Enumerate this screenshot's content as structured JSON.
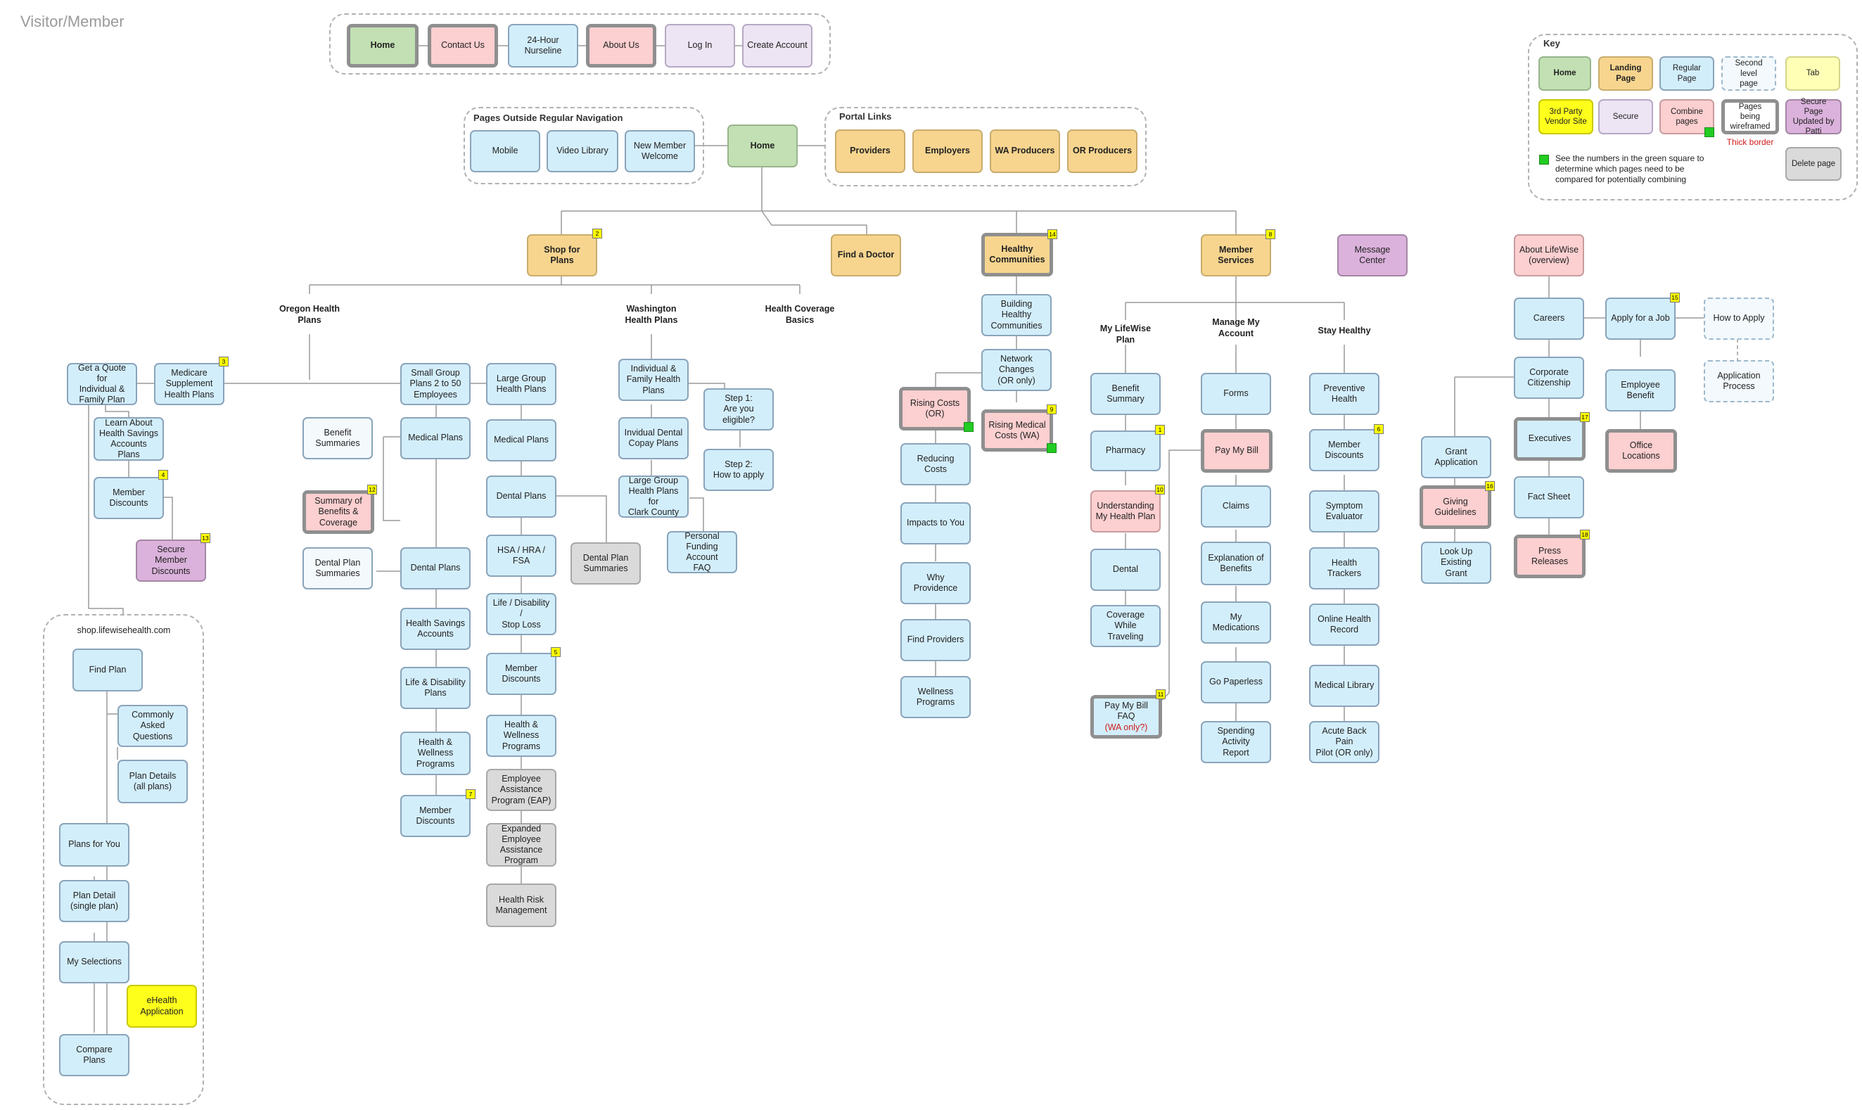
{
  "title": "Visitor/Member",
  "topnav": {
    "home": "Home",
    "contact": "Contact Us",
    "nurseline": "24-Hour\nNurseline",
    "about": "About Us",
    "login": "Log In",
    "create": "Create Account"
  },
  "outside_nav": {
    "label": "Pages Outside Regular Navigation",
    "mobile": "Mobile",
    "video": "Video Library",
    "welcome": "New Member\nWelcome"
  },
  "center_home": "Home",
  "portal": {
    "label": "Portal Links",
    "providers": "Providers",
    "employers": "Employers",
    "wa": "WA Producers",
    "or": "OR Producers"
  },
  "key": {
    "title": "Key",
    "home": "Home",
    "landing": "Landing\nPage",
    "regular": "Regular\nPage",
    "second": "Second level\npage",
    "tab": "Tab",
    "third": "3rd Party\nVendor Site",
    "secure": "Secure",
    "combine": "Combine\npages",
    "wire": "Pages being\nwireframed",
    "updated": "Secure Page\nUpdated by\nPatti",
    "thick_label": "Thick border",
    "note": "See the numbers in the green square to\ndetermine which pages need to be\ncompared for potentially combining",
    "delete": "Delete page"
  },
  "shop": {
    "title": "Shop for Plans",
    "oregon": "Oregon Health\nPlans",
    "washington": "Washington\nHealth Plans",
    "basics": "Health Coverage\nBasics",
    "quote": "Get a Quote for\nIndividual &\nFamily Plan",
    "medicare": "Medicare\nSupplement\nHealth Plans",
    "hsa_learn": "Learn About\nHealth Savings\nAccounts Plans",
    "member_disc": "Member\nDiscounts",
    "secure_disc": "Secure\nMember\nDiscounts",
    "small_group": "Small Group\nPlans 2 to 50\nEmployees",
    "benefit_summ": "Benefit\nSummaries",
    "medical_plans": "Medical Plans",
    "sbc": "Summary of\nBenefits &\nCoverage",
    "dental_summ": "Dental Plan\nSummaries",
    "dental_plans": "Dental Plans",
    "hsa": "Health Savings\nAccounts",
    "life": "Life & Disability\nPlans",
    "wellness": "Health &\nWellness\nPrograms",
    "sg_disc": "Member\nDiscounts",
    "large_group": "Large Group\nHealth Plans",
    "lg_medical": "Medical Plans",
    "lg_dental": "Dental Plans",
    "lg_dental_summ": "Dental Plan\nSummaries",
    "lg_hsa": "HSA / HRA / FSA",
    "lg_life": "Life / Disability /\nStop Loss",
    "lg_disc": "Member\nDiscounts",
    "lg_wellness": "Health &\nWellness\nPrograms",
    "eap": "Employee\nAssistance\nProgram (EAP)",
    "expanded_eap": "Expanded\nEmployee\nAssistance\nProgram",
    "risk": "Health Risk\nManagement",
    "wa_ind": "Individual &\nFamily Health\nPlans",
    "wa_dental": "Invidual Dental\nCopay Plans",
    "wa_large": "Large Group\nHealth Plans for\nClark County",
    "step1": "Step 1:\nAre you eligible?",
    "step2": "Step 2:\nHow to apply",
    "funding": "Personal\nFunding Account\nFAQ"
  },
  "shop_site": {
    "label": "shop.lifewisehealth.com",
    "find_plan": "Find Plan",
    "faq": "Commonly Asked\nQuestions",
    "plan_details": "Plan Details\n(all plans)",
    "plans_for_you": "Plans for You",
    "plan_detail": "Plan Detail\n(single plan)",
    "my_selections": "My Selections",
    "ehealth": "eHealth\nApplication",
    "compare": "Compare Plans"
  },
  "doctor": "Find a Doctor",
  "communities": {
    "title": "Healthy\nCommunities",
    "building": "Building Healthy\nCommunities",
    "network": "Network\nChanges\n(OR only)",
    "rising_or": "Rising Costs\n(OR)",
    "rising_wa": "Rising Medical\nCosts (WA)",
    "reducing": "Reducing Costs",
    "impacts": "Impacts to You",
    "why": "Why Providence",
    "find_prov": "Find Providers",
    "wellness": "Wellness\nPrograms"
  },
  "member_services": {
    "title": "Member\nServices",
    "plan_head": "My LifeWise\nPlan",
    "account_head": "Manage My\nAccount",
    "healthy_head": "Stay Healthy",
    "benefit_summary": "Benefit Summary",
    "pharmacy": "Pharmacy",
    "understanding": "Understanding\nMy Health Plan",
    "dental": "Dental",
    "coverage": "Coverage While\nTraveling",
    "paybill_faq": "Pay My Bill FAQ",
    "paybill_faq_note": "(WA only?)",
    "forms": "Forms",
    "paybill": "Pay My Bill",
    "claims": "Claims",
    "eob": "Explanation of\nBenefits",
    "medications": "My Medications",
    "paperless": "Go Paperless",
    "spending": "Spending Activity\nReport",
    "preventive": "Preventive Health",
    "disc": "Member\nDiscounts",
    "symptom": "Symptom\nEvaluator",
    "trackers": "Health Trackers",
    "record": "Online Health\nRecord",
    "library": "Medical Library",
    "back_pain": "Acute Back Pain\nPilot (OR only)"
  },
  "message_center": "Message Center",
  "about": {
    "overview": "About LifeWise\n(overview)",
    "careers": "Careers",
    "apply": "Apply for a Job",
    "how_apply": "How to Apply",
    "app_process": "Application\nProcess",
    "citizenship": "Corporate\nCitizenship",
    "emp_benefit": "Employee Benefit",
    "executives": "Executives",
    "offices": "Office Locations",
    "grant": "Grant Application",
    "giving": "Giving\nGuidelines",
    "factsheet": "Fact Sheet",
    "lookup": "Look Up Existing\nGrant",
    "press": "Press Releases"
  },
  "badges": {
    "shop": "2",
    "medicare": "3",
    "member_disc": "4",
    "lg_disc": "5",
    "stay_disc": "6",
    "sg_disc": "7",
    "member_services": "8",
    "rising_wa": "9",
    "understanding": "10",
    "paybill_faq": "11",
    "sbc": "12",
    "secure_disc": "13",
    "communities": "14",
    "apply": "15",
    "giving": "16",
    "executives": "17",
    "press": "18",
    "pharmacy": "1"
  },
  "colors": {
    "home": "#c2e0b3",
    "landing": "#f7d58f",
    "regular": "#d3eefb",
    "combine": "#fccfd0",
    "secure": "#ede4f4",
    "updated": "#dbb2dc",
    "delete": "#dadada",
    "third_party": "#ffff1c",
    "tab": "#ffffb5",
    "badge": "#ffff00",
    "green_square": "#22cc22"
  }
}
